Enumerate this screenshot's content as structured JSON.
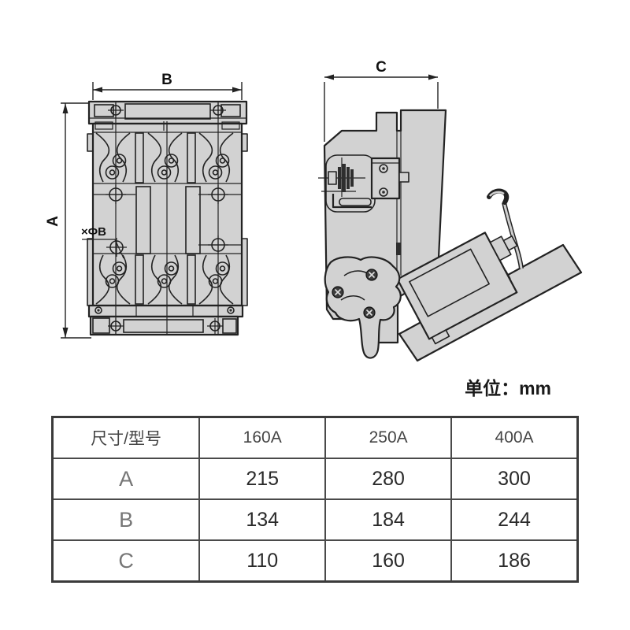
{
  "unit_label": "单位：mm",
  "front_view": {
    "dim_width_label": "B",
    "dim_height_label": "A",
    "hole_label": "×ΦB"
  },
  "side_view": {
    "dim_depth_label": "C"
  },
  "spec_table": {
    "headers": [
      "尺寸/型号",
      "160A",
      "250A",
      "400A"
    ],
    "rows": [
      {
        "dimension": "A",
        "values": [
          "215",
          "280",
          "300"
        ]
      },
      {
        "dimension": "B",
        "values": [
          "134",
          "184",
          "244"
        ]
      },
      {
        "dimension": "C",
        "values": [
          "110",
          "160",
          "186"
        ]
      }
    ]
  },
  "colors": {
    "part_fill": "#d2d2d2",
    "line": "#222222",
    "background": "#ffffff"
  }
}
